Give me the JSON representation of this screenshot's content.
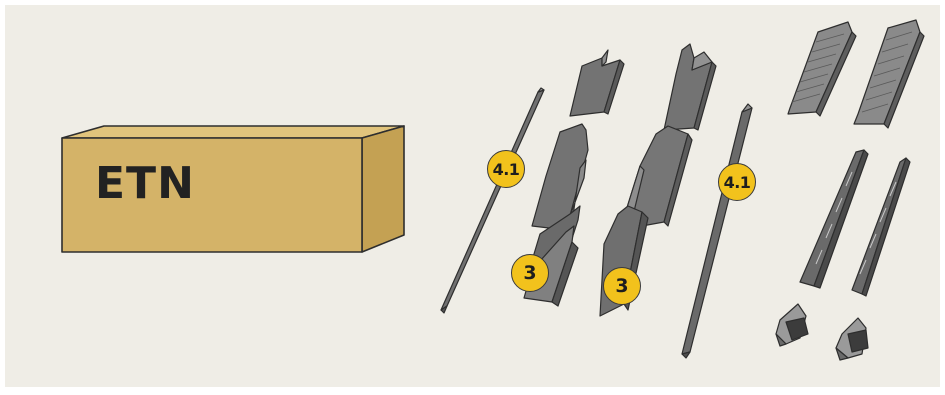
{
  "box": {
    "label": "ETN"
  },
  "callouts": [
    {
      "id": "flashing-left",
      "text": "4.1"
    },
    {
      "id": "flashing-right",
      "text": "4.1"
    },
    {
      "id": "gutter-left",
      "text": "3"
    },
    {
      "id": "gutter-right",
      "text": "3"
    }
  ],
  "colors": {
    "background": "#efede6",
    "box_fill": "#d4b368",
    "box_top": "#e1c47c",
    "box_side": "#c4a153",
    "badge": "#f2c21c",
    "metal": "#6f6f6f",
    "outline": "#2e2e2e"
  }
}
